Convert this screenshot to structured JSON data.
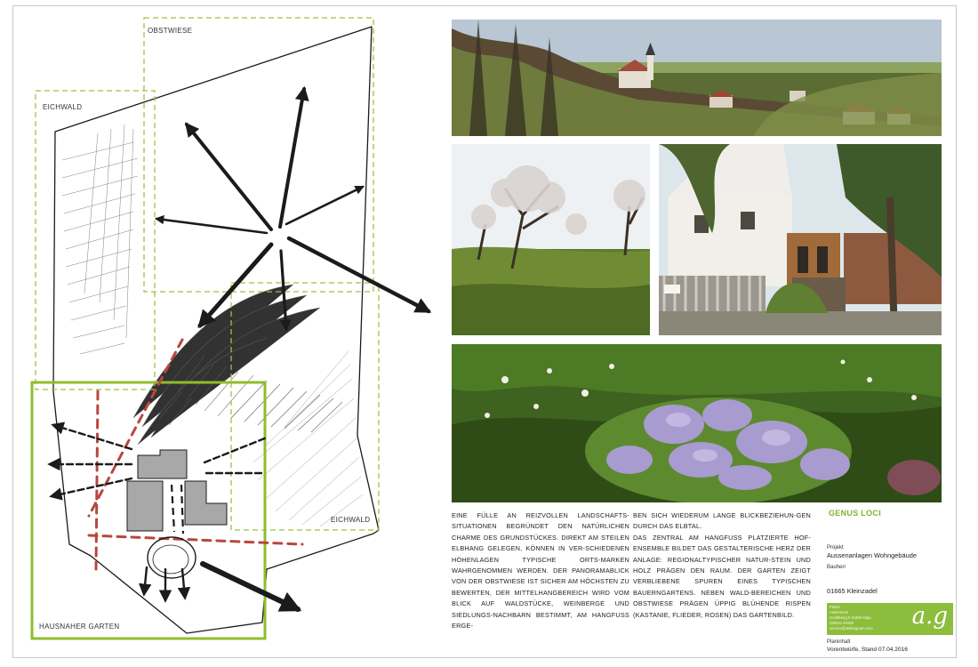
{
  "sketch": {
    "labels": {
      "obstwiese": "OBSTWIESE",
      "eichwald_top": "EICHWALD",
      "eichwald_bottom": "EICHWALD",
      "hausnaher_garten": "HAUSNAHER GARTEN"
    },
    "colors": {
      "dash_green": "#9dc23f",
      "garden_frame": "#8fbe2c",
      "red_dash": "#b8473f",
      "ink": "#1b1b1b",
      "building": "#a8a8a8"
    }
  },
  "photos": [
    {
      "name": "photo-village-panorama",
      "subject": "village-church-panorama"
    },
    {
      "name": "photo-orchard-meadow",
      "subject": "orchard-meadow"
    },
    {
      "name": "photo-farmhouse-gate",
      "subject": "farmhouse-courtyard"
    },
    {
      "name": "photo-lilac-chestnut",
      "subject": "lilac-chestnut-bloom"
    }
  ],
  "text": {
    "col1": "EINE FÜLLE AN REIZVOLLEN LANDSCHAFTS-SITUATIONEN BEGRÜNDET DEN NATÜRLICHEN CHARME DES GRUNDSTÜCKES. DIREKT AM STEILEN ELBHANG GELEGEN, KÖNNEN IN VER-SCHIEDENEN HÖHENLAGEN TYPISCHE ORTS-MARKEN WAHRGENOMMEN WERDEN. DER PANORAMABLICK VON DER OBSTWIESE IST SICHER AM HÖCHSTEN ZU BEWERTEN, DER MITTELHANGBEREICH WIRD VOM BLICK AUF WALDSTÜCKE, WEINBERGE UND SIEDLUNGS-NACHBARN BESTIMMT, AM HANGFUSS ERGE-",
    "col2_p1": "BEN SICH WIEDERUM LANGE BLICKBEZIEHUN-GEN DURCH DAS ELBTAL.",
    "col2_p2": "DAS ZENTRAL AM HANGFUSS PLATZIERTE HOF-ENSEMBLE BILDET DAS GESTALTERISCHE HERZ DER ANLAGE: REGIONALTYPISCHER NATUR-STEIN UND HOLZ PRÄGEN DEN RAUM. DER GARTEN ZEIGT VERBLIEBENE SPUREN EINES TYPISCHEN BAUERNGARTENS. NEBEN WALD-BEREICHEN UND OBSTWIESE PRÄGEN ÜPPIG BLÜHENDE RISPEN (KASTANIE, FLIEDER, ROSEN) DAS GARTENBILD."
  },
  "title_block": {
    "heading": "GENUS LOCI",
    "projekt_label": "Projekt",
    "projekt_value": "Aussenanlagen Wohngebäude",
    "bauherr_label": "Bauherr",
    "location": "01665 Kleinzadel",
    "logo": {
      "line1": "Planer",
      "line2": "AtelierGrün",
      "line3": "Goethberg 8 01665 Klipp.",
      "line4": "035244 49409",
      "line5": "service@ateliergruen.com",
      "mark": "a.g"
    },
    "planinhalt_label": "Planinhalt",
    "stand": "Vorentwürfe, Stand 07.04.2016",
    "accent_color": "#8dbd3d"
  }
}
